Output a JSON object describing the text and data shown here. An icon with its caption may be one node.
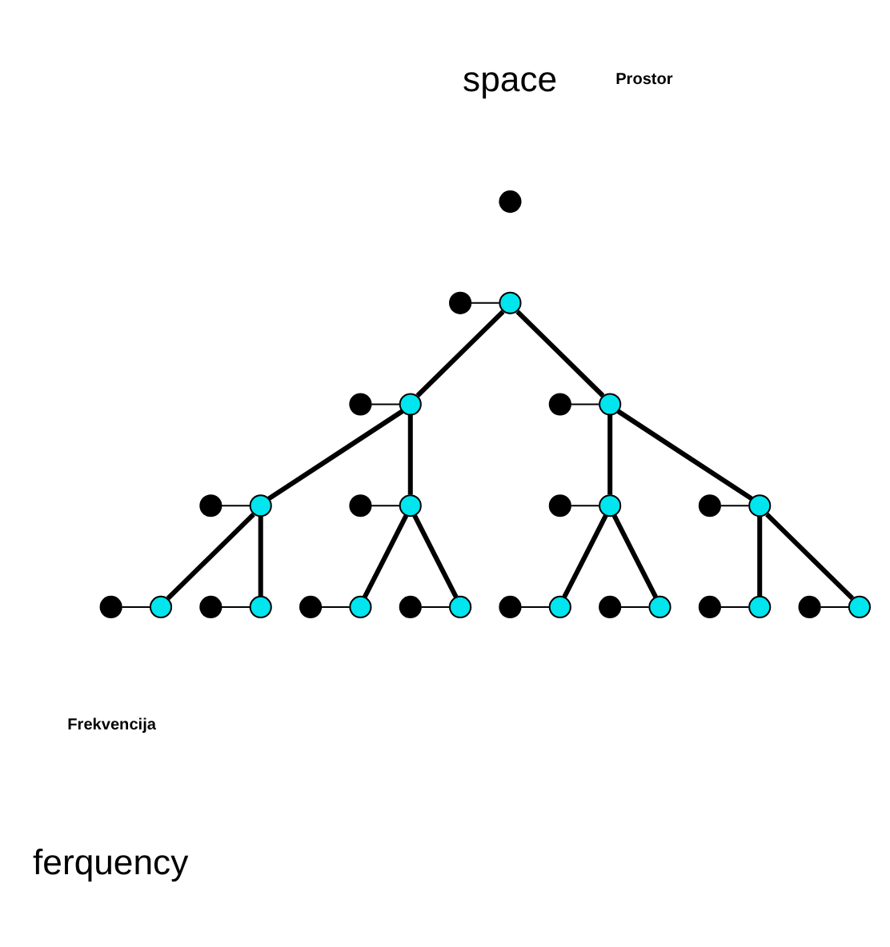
{
  "diagram": {
    "nodes": [
      {
        "text": [],
        "shape": "circle"
      },
      {
        "text": [],
        "shape": "circle"
      },
      {
        "text": [],
        "shape": "circle"
      },
      {
        "text": [],
        "shape": "circle"
      },
      {
        "text": [],
        "shape": "circle"
      },
      {
        "text": [],
        "shape": "circle"
      },
      {
        "text": [],
        "shape": "circle"
      },
      {
        "text": [],
        "shape": "circle"
      },
      {
        "text": [],
        "shape": "circle"
      },
      {
        "text": [],
        "shape": "circle"
      },
      {
        "text": [],
        "shape": "circle"
      },
      {
        "text": [],
        "shape": "circle"
      },
      {
        "text": [],
        "shape": "circle"
      },
      {
        "text": [],
        "shape": "circle"
      },
      {
        "text": [],
        "shape": "circle"
      },
      {
        "text": [],
        "shape": "circle"
      },
      {
        "text": [],
        "shape": "circle"
      },
      {
        "text": [],
        "shape": "circle"
      },
      {
        "text": [],
        "shape": "circle"
      },
      {
        "text": [],
        "shape": "circle"
      },
      {
        "text": [],
        "shape": "circle"
      },
      {
        "text": [],
        "shape": "circle"
      },
      {
        "text": [],
        "shape": "circle"
      },
      {
        "text": [],
        "shape": "circle"
      },
      {
        "text": [],
        "shape": "circle"
      },
      {
        "text": [],
        "shape": "circle"
      },
      {
        "text": [],
        "shape": "circle"
      },
      {
        "text": [],
        "shape": "circle"
      },
      {
        "text": [],
        "shape": "circle"
      },
      {
        "text": [],
        "shape": "circle"
      },
      {
        "text": [],
        "shape": "circle"
      }
    ],
    "edges": [
      {
        "from": 1,
        "to": 2,
        "arrow": "none"
      },
      {
        "from": 2,
        "to": 4,
        "arrow": "none",
        "style": "thick"
      },
      {
        "from": 2,
        "to": 6,
        "arrow": "none",
        "style": "thick"
      },
      {
        "from": 3,
        "to": 4,
        "arrow": "none"
      },
      {
        "from": 5,
        "to": 6,
        "arrow": "none"
      },
      {
        "from": 4,
        "to": 8,
        "arrow": "none",
        "style": "thick"
      },
      {
        "from": 4,
        "to": 10,
        "arrow": "none",
        "style": "thick"
      },
      {
        "from": 6,
        "to": 12,
        "arrow": "none",
        "style": "thick"
      },
      {
        "from": 6,
        "to": 14,
        "arrow": "none",
        "style": "thick"
      },
      {
        "from": 7,
        "to": 8,
        "arrow": "none"
      },
      {
        "from": 9,
        "to": 10,
        "arrow": "none"
      },
      {
        "from": 11,
        "to": 12,
        "arrow": "none"
      },
      {
        "from": 13,
        "to": 14,
        "arrow": "none"
      },
      {
        "from": 8,
        "to": 16,
        "arrow": "none",
        "style": "thick"
      },
      {
        "from": 8,
        "to": 18,
        "arrow": "none",
        "style": "thick"
      },
      {
        "from": 10,
        "to": 20,
        "arrow": "none",
        "style": "thick"
      },
      {
        "from": 10,
        "to": 22,
        "arrow": "none",
        "style": "thick"
      },
      {
        "from": 12,
        "to": 24,
        "arrow": "none",
        "style": "thick"
      },
      {
        "from": 12,
        "to": 26,
        "arrow": "none",
        "style": "thick"
      },
      {
        "from": 14,
        "to": 28,
        "arrow": "none",
        "style": "thick"
      },
      {
        "from": 14,
        "to": 30,
        "arrow": "none",
        "style": "thick"
      },
      {
        "from": 15,
        "to": 16,
        "arrow": "none"
      },
      {
        "from": 17,
        "to": 18,
        "arrow": "none"
      },
      {
        "from": 19,
        "to": 20,
        "arrow": "none"
      },
      {
        "from": 21,
        "to": 22,
        "arrow": "none"
      },
      {
        "from": 23,
        "to": 24,
        "arrow": "none"
      },
      {
        "from": 25,
        "to": 26,
        "arrow": "none"
      },
      {
        "from": 27,
        "to": 28,
        "arrow": "none"
      },
      {
        "from": 29,
        "to": 30,
        "arrow": "none"
      }
    ],
    "labels": [
      "space",
      "Prostor",
      "Frekvencija",
      "ferquency"
    ]
  }
}
